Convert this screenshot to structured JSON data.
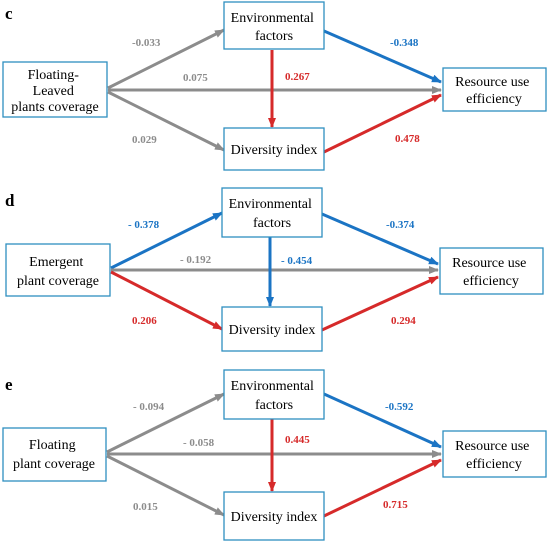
{
  "colors": {
    "gray": "#8c8c8c",
    "blue": "#1b74c4",
    "red": "#d62a2a",
    "box_border": "#2e8fc0"
  },
  "panels": [
    {
      "label": "c",
      "nodes": {
        "predictor": [
          "Floating-",
          "Leaved",
          "plants coverage"
        ],
        "environment": [
          "Environmental",
          "factors"
        ],
        "diversity": [
          "Diversity index"
        ],
        "efficiency": [
          "Resource use",
          "efficiency"
        ]
      },
      "paths": {
        "pred_env": {
          "value": "-0.033",
          "color": "gray"
        },
        "pred_eff": {
          "value": "0.075",
          "color": "gray"
        },
        "pred_div": {
          "value": "0.029",
          "color": "gray"
        },
        "env_div": {
          "value": "0.267",
          "color": "red"
        },
        "env_eff": {
          "value": "-0.348",
          "color": "blue"
        },
        "div_eff": {
          "value": "0.478",
          "color": "red"
        }
      }
    },
    {
      "label": "d",
      "nodes": {
        "predictor": [
          "Emergent",
          "plant coverage"
        ],
        "environment": [
          "Environmental",
          "factors"
        ],
        "diversity": [
          "Diversity index"
        ],
        "efficiency": [
          "Resource use",
          "efficiency"
        ]
      },
      "paths": {
        "pred_env": {
          "value": "- 0.378",
          "color": "blue"
        },
        "pred_eff": {
          "value": "- 0.192",
          "color": "gray"
        },
        "pred_div": {
          "value": "0.206",
          "color": "red"
        },
        "env_div": {
          "value": "- 0.454",
          "color": "blue"
        },
        "env_eff": {
          "value": "-0.374",
          "color": "blue"
        },
        "div_eff": {
          "value": "0.294",
          "color": "red"
        }
      }
    },
    {
      "label": "e",
      "nodes": {
        "predictor": [
          "Floating",
          "plant coverage"
        ],
        "environment": [
          "Environmental",
          "factors"
        ],
        "diversity": [
          "Diversity index"
        ],
        "efficiency": [
          "Resource use",
          "efficiency"
        ]
      },
      "paths": {
        "pred_env": {
          "value": "- 0.094",
          "color": "gray"
        },
        "pred_eff": {
          "value": "- 0.058",
          "color": "gray"
        },
        "pred_div": {
          "value": "0.015",
          "color": "gray"
        },
        "env_div": {
          "value": "0.445",
          "color": "red"
        },
        "env_eff": {
          "value": "-0.592",
          "color": "blue"
        },
        "div_eff": {
          "value": "0.715",
          "color": "red"
        }
      }
    }
  ]
}
